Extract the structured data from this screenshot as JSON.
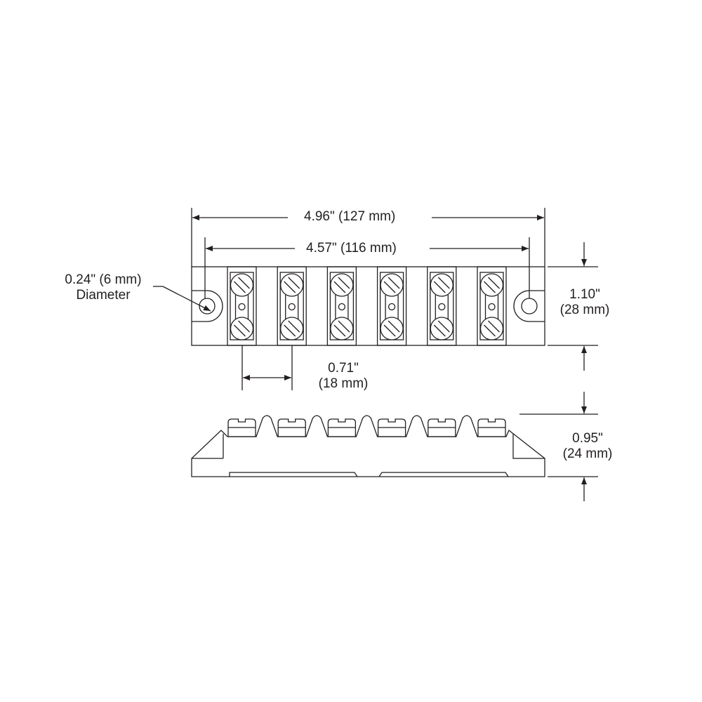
{
  "dimensions": {
    "overall_length": "4.96\" (127 mm)",
    "mounting_hole_spacing": "4.57\" (116 mm)",
    "hole_diameter": {
      "line1": "0.24\" (6 mm)",
      "line2": "Diameter"
    },
    "width": {
      "line1": "1.10\"",
      "line2": "(28 mm)"
    },
    "terminal_pitch": {
      "line1": "0.71\"",
      "line2": "(18 mm)"
    },
    "height": {
      "line1": "0.95\"",
      "line2": "(24 mm)"
    }
  },
  "terminal_count": 6,
  "line_color": "#231f20"
}
